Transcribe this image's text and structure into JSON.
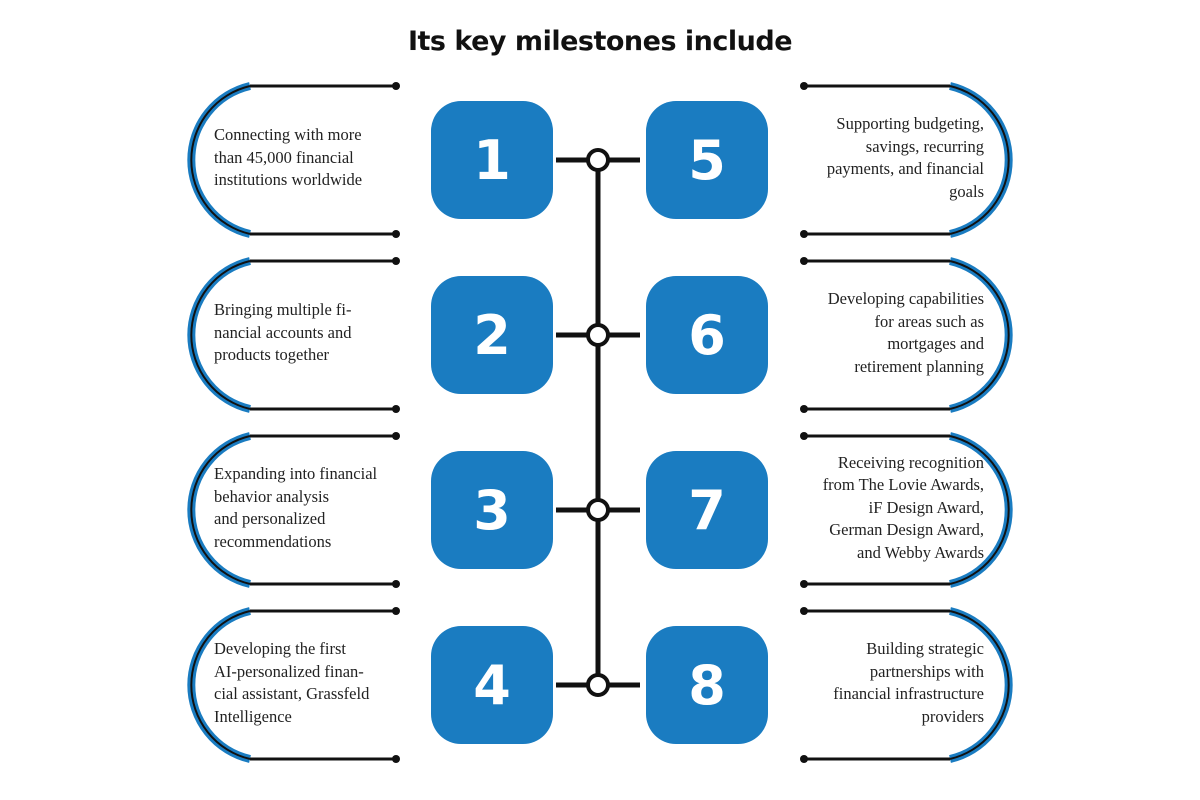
{
  "title": "Its key milestones include",
  "colors": {
    "accent": "#1a7cc1",
    "line": "#111111",
    "text": "#222222"
  },
  "milestones": [
    {
      "number": "1",
      "lines": [
        "Connecting with more",
        "than 45,000 financial",
        "institutions worldwide"
      ]
    },
    {
      "number": "2",
      "lines": [
        "Bringing multiple fi-",
        "nancial accounts and",
        "products together"
      ]
    },
    {
      "number": "3",
      "lines": [
        "Expanding into financial",
        "behavior analysis",
        "and personalized",
        "recommendations"
      ]
    },
    {
      "number": "4",
      "lines": [
        "Developing the first",
        "AI-personalized finan-",
        "cial assistant, Grassfeld",
        "Intelligence"
      ]
    },
    {
      "number": "5",
      "lines": [
        "Supporting budgeting,",
        "savings, recurring",
        "payments, and financial",
        "goals"
      ]
    },
    {
      "number": "6",
      "lines": [
        "Developing capabilities",
        "for areas such as",
        "mortgages and",
        "retirement planning"
      ]
    },
    {
      "number": "7",
      "lines": [
        "Receiving recognition",
        "from The Lovie Awards,",
        "iF Design Award,",
        "German Design Award,",
        "and Webby Awards"
      ]
    },
    {
      "number": "8",
      "lines": [
        "Building strategic",
        "partnerships with",
        "financial infrastructure",
        "providers"
      ]
    }
  ]
}
